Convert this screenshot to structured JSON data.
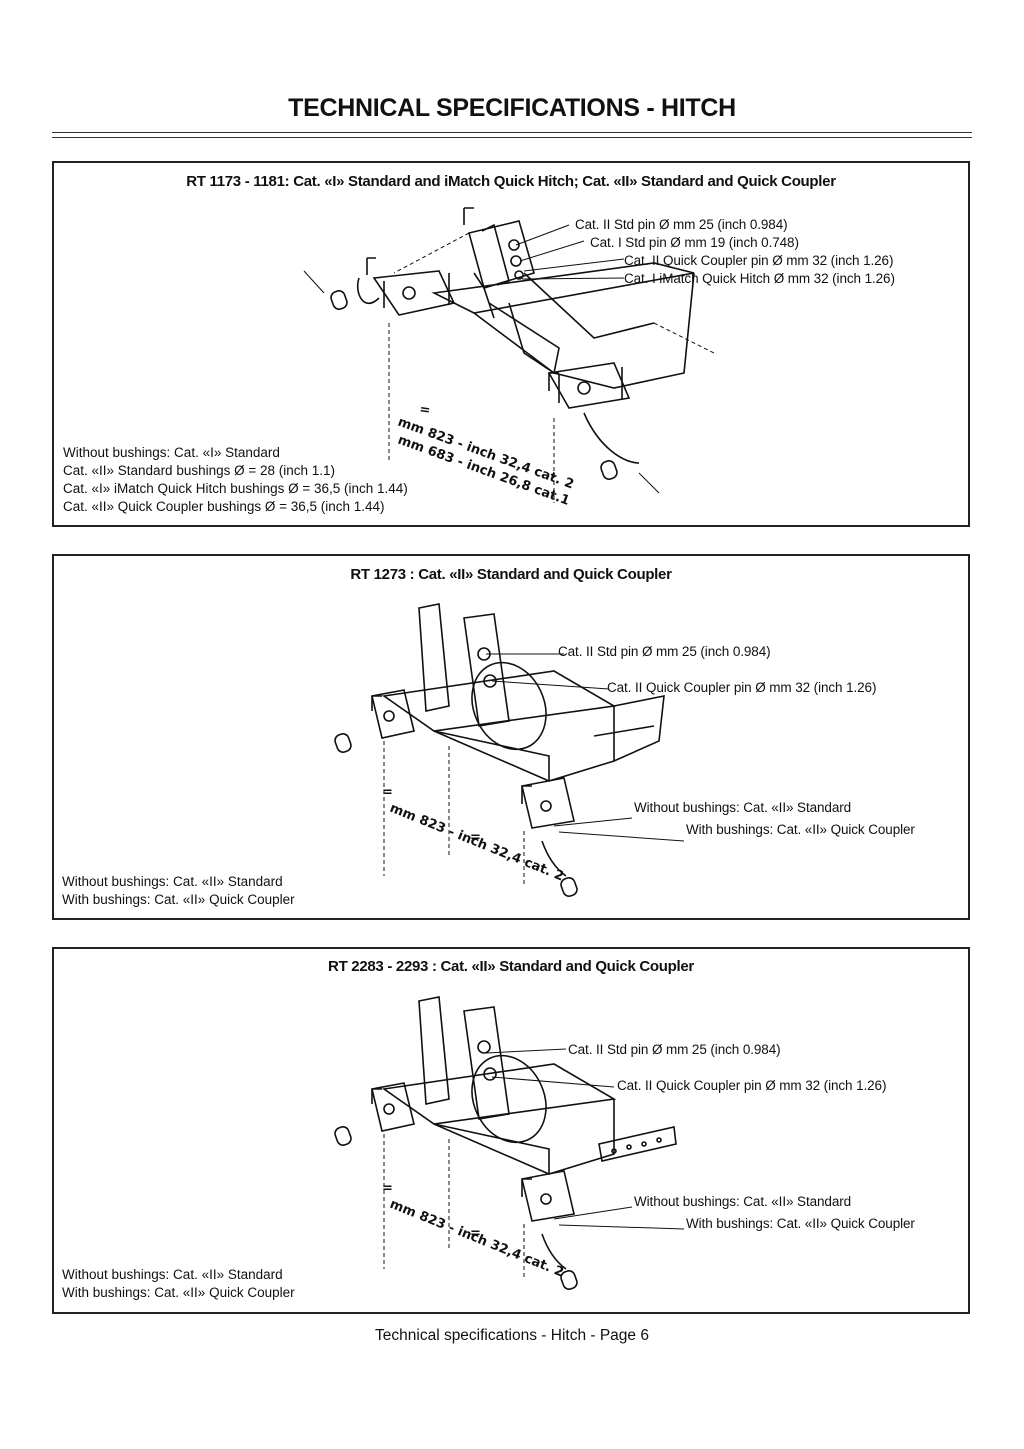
{
  "page": {
    "title": "TECHNICAL SPECIFICATIONS - HITCH",
    "footer": "Technical specifications - Hitch - Page 6"
  },
  "panels": [
    {
      "title": "RT 1173 - 1181: Cat. «I» Standard and iMatch Quick Hitch; Cat. «II» Standard and Quick Coupler",
      "callouts": [
        "Cat. II Std pin Ø mm 25 (inch 0.984)",
        "Cat. I Std pin Ø mm 19 (inch 0.748)",
        "Cat. II Quick Coupler pin Ø mm 32 (inch 1.26)",
        "Cat.  I  iMatch Quick Hitch Ø mm 32 (inch 1.26)"
      ],
      "dimensions": [
        "=",
        "mm 823 - inch 32,4 cat. 2",
        "mm 683 - inch 26,8 cat.1"
      ],
      "notes": [
        "Without bushings: Cat. «I» Standard",
        "Cat. «II» Standard bushings Ø = 28 (inch 1.1)",
        "Cat. «I»  iMatch Quick Hitch bushings Ø = 36,5 (inch 1.44)",
        "Cat. «II» Quick Coupler bushings Ø = 36,5 (inch 1.44)"
      ]
    },
    {
      "title": "RT 1273 : Cat. «II» Standard and Quick Coupler",
      "callouts": [
        "Cat. II Std pin Ø mm 25 (inch 0.984)",
        "Cat. II Quick Coupler pin Ø mm 32 (inch 1.26)",
        "Without bushings: Cat. «II» Standard",
        "With bushings: Cat. «II» Quick Coupler"
      ],
      "dimensions": [
        "=",
        "=",
        "mm 823 - inch 32,4 cat. 2"
      ],
      "notes": [
        "Without bushings: Cat. «II» Standard",
        "With bushings: Cat. «II» Quick Coupler"
      ]
    },
    {
      "title": "RT 2283 - 2293 : Cat. «II» Standard and Quick Coupler",
      "callouts": [
        "Cat. II Std pin Ø mm 25 (inch 0.984)",
        "Cat. II Quick Coupler pin Ø mm 32 (inch 1.26)",
        "Without bushings: Cat. «II» Standard",
        "With bushings: Cat. «II» Quick Coupler"
      ],
      "dimensions": [
        "=",
        "=",
        "mm 823 - inch 32,4 cat. 2"
      ],
      "notes": [
        "Without bushings: Cat. «II» Standard",
        "With bushings: Cat. «II» Quick Coupler"
      ]
    }
  ]
}
